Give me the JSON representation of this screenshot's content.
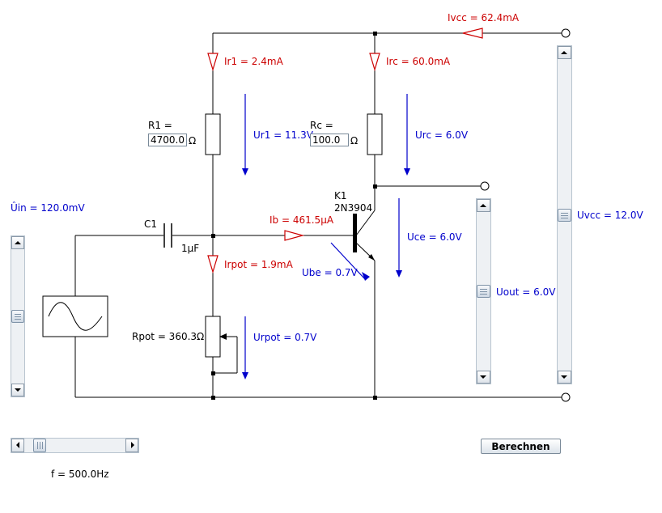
{
  "labels": {
    "ivcc": "Ivcc = 62.4mA",
    "ir1": "Ir1 = 2.4mA",
    "irc": "Irc = 60.0mA",
    "r1": "R1 =",
    "rc": "Rc =",
    "ohm": "Ω",
    "ur1": "Ur1 = 11.3V",
    "urc": "Urc = 6.0V",
    "k1": "K1",
    "transistor": "2N3904",
    "uin": "Ûin = 120.0mV",
    "c1": "C1",
    "ib": "Ib = 461.5µA",
    "cap_value": "1µF",
    "uce": "Uce = 6.0V",
    "ube": "Ube = 0.7V",
    "irpot": "Irpot = 1.9mA",
    "rpot": "Rpot = 360.3Ω",
    "urpot": "Urpot = 0.7V",
    "uout": "Uout = 6.0V",
    "uvcc": "Uvcc = 12.0V"
  },
  "inputs": {
    "r1_value": "4700.0",
    "rc_value": "100.0"
  },
  "controls": {
    "calculate_button": "Berechnen",
    "frequency": "f = 500.0Hz",
    "uin_slider_level": 0.5,
    "uout_slider_level": 0.5,
    "uvcc_slider_level": 0.5,
    "freq_slider_level": 0.1
  },
  "colors": {
    "current": "#cc0000",
    "voltage": "#0000cc",
    "wire": "#000000"
  }
}
